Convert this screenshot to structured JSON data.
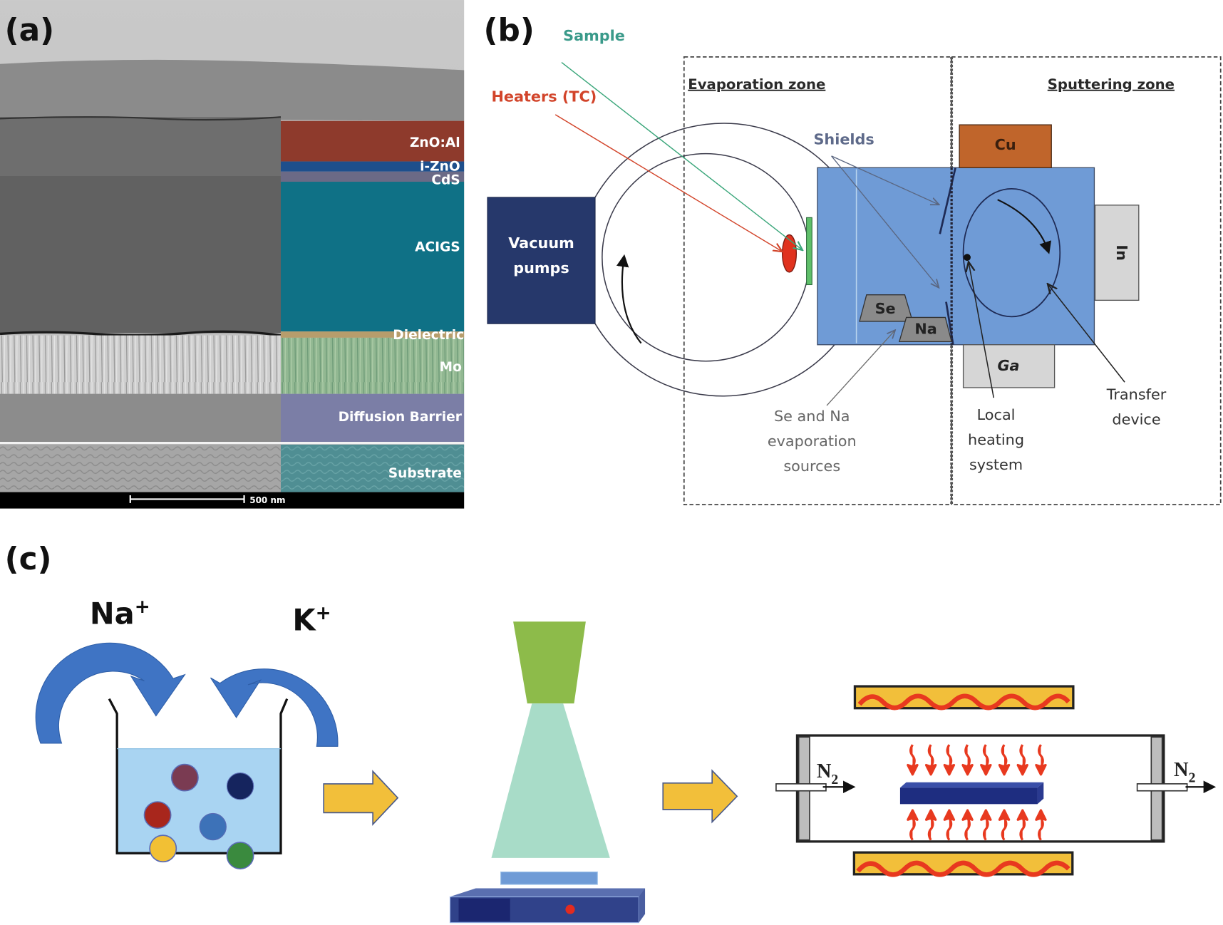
{
  "figure": {
    "panels": {
      "a": {
        "label": "(a)",
        "description": "Cross-sectional SEM image of a solar cell stack with false-colored layers",
        "layers": [
          {
            "name": "ZnO:Al",
            "color": "#8e3a2c"
          },
          {
            "name": "i-ZnO",
            "color": "#1e4f8c"
          },
          {
            "name": "CdS",
            "color": "#6b6a86"
          },
          {
            "name": "ACIGS",
            "color": "#0f7186"
          },
          {
            "name": "Dielectric",
            "color": "#b79d6c"
          },
          {
            "name": "Mo",
            "color": "#8fb48f"
          },
          {
            "name": "Diffusion Barrier",
            "color": "#7b7ea6"
          },
          {
            "name": "Substrate",
            "color": "#4f8f93"
          }
        ],
        "scale_bar": "500 nm"
      },
      "b": {
        "label": "(b)",
        "callouts": {
          "sample": "Sample",
          "heaters": "Heaters (TC)",
          "shields": "Shields",
          "vacuum_line1": "Vacuum",
          "vacuum_line2": "pumps",
          "se_na_line1": "Se and Na",
          "se_na_line2": "evaporation",
          "se_na_line3": "sources",
          "local_line1": "Local",
          "local_line2": "heating",
          "local_line3": "system",
          "transfer_line1": "Transfer",
          "transfer_line2": "device"
        },
        "zones": {
          "evaporation": "Evaporation zone",
          "sputtering": "Sputtering zone"
        },
        "targets": {
          "cu": "Cu",
          "in": "In",
          "ga": "Ga",
          "se": "Se",
          "na": "Na"
        },
        "colors": {
          "sample": "#3a9a8a",
          "heaters": "#d2442a",
          "chamber": "#6f9bd6",
          "vacuum": "#26386b",
          "cu_target": "#c0652b",
          "grey_target": "#d6d6d6"
        }
      },
      "c": {
        "label": "(c)",
        "ions": {
          "na": "Na",
          "k": "K",
          "charge": "+"
        },
        "gas_in": {
          "symbol": "N",
          "subscript": "2"
        },
        "gas_out": {
          "symbol": "N",
          "subscript": "2"
        },
        "particle_colors": [
          "#7a3b52",
          "#15245e",
          "#a8261c",
          "#3d72b8",
          "#f2c034",
          "#3a8a3e"
        ],
        "colors": {
          "arrow_blue": "#3f74c4",
          "liquid": "#a9d4f2",
          "process_arrow": "#f2bf3a",
          "nozzle": "#8dbb4a",
          "spray": "#a8dcc8",
          "heater": "#f2bf3a",
          "heat": "#e8391f",
          "sample_bar": "#1e2d80"
        }
      }
    }
  }
}
